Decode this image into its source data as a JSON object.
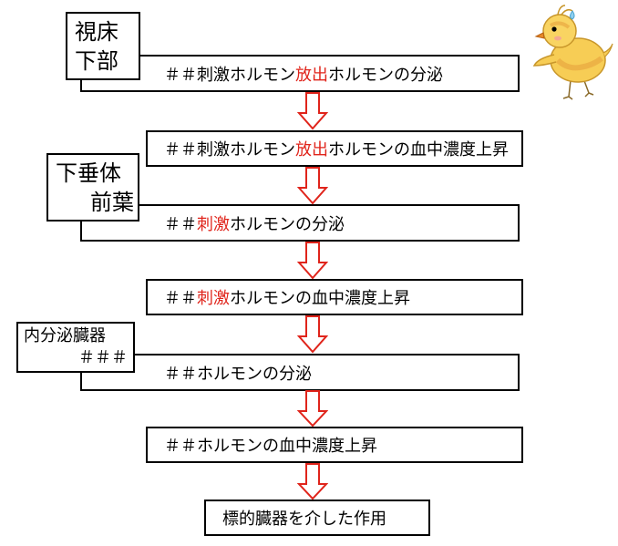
{
  "labels": {
    "hypothalamus": {
      "line1": "視床",
      "line2": "下部"
    },
    "pituitary": {
      "line1": "下垂体",
      "line2": "前葉"
    },
    "endocrine": {
      "line1": "内分泌臓器",
      "line2": "＃＃＃"
    }
  },
  "steps": [
    {
      "parts": [
        {
          "text": "＃＃刺激ホルモン"
        },
        {
          "text": "放出",
          "hl": true
        },
        {
          "text": "ホルモンの分泌"
        }
      ]
    },
    {
      "parts": [
        {
          "text": "＃＃刺激ホルモン"
        },
        {
          "text": "放出",
          "hl": true
        },
        {
          "text": "ホルモンの血中濃度上昇"
        }
      ]
    },
    {
      "parts": [
        {
          "text": "＃＃"
        },
        {
          "text": "刺激",
          "hl": true
        },
        {
          "text": "ホルモンの分泌"
        }
      ]
    },
    {
      "parts": [
        {
          "text": "＃＃"
        },
        {
          "text": "刺激",
          "hl": true
        },
        {
          "text": "ホルモンの血中濃度上昇"
        }
      ]
    },
    {
      "parts": [
        {
          "text": "＃＃ホルモンの分泌"
        }
      ]
    },
    {
      "parts": [
        {
          "text": "＃＃ホルモンの血中濃度上昇"
        }
      ]
    },
    {
      "parts": [
        {
          "text": "標的臓器を介した作用"
        }
      ]
    }
  ],
  "colors": {
    "highlight": "#e0241b",
    "arrow": "#e0241b",
    "border": "#000000"
  },
  "icons": {
    "mascot": "chick-icon"
  }
}
